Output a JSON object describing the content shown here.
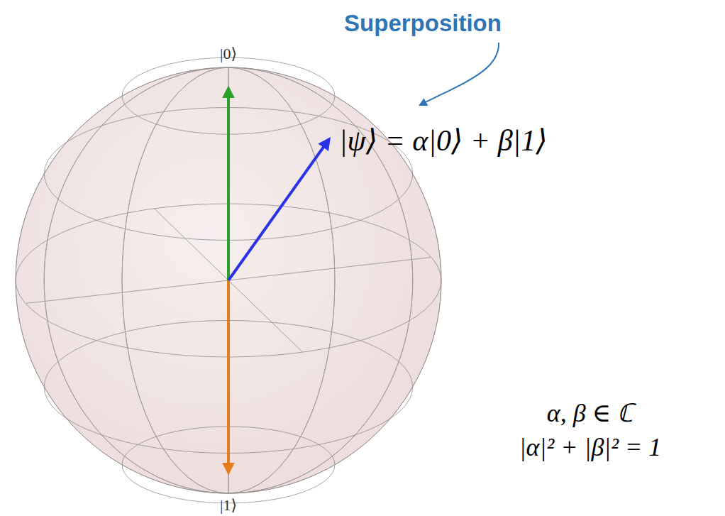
{
  "diagram": {
    "labels": [
      "|0⟩",
      "Superposition",
      "|ψ⟩ = α|0⟩ + β|1⟩",
      "α, β ∈ ℂ",
      "|α|² + |β|² = 1",
      "|1⟩"
    ]
  }
}
